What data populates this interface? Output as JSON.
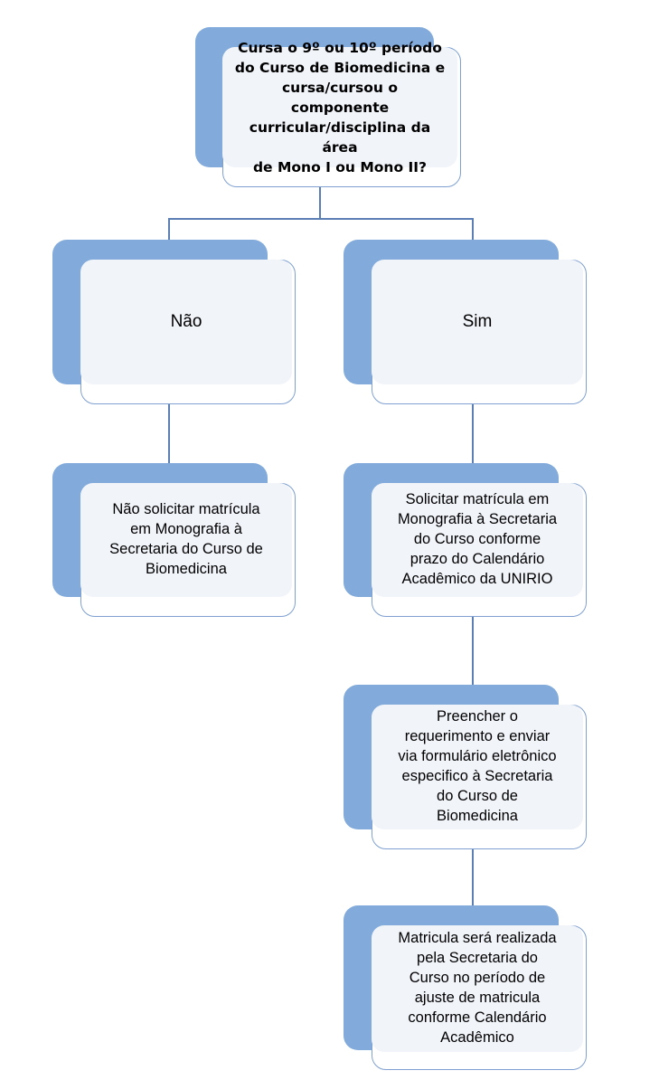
{
  "diagram": {
    "title": "Fluxograma de matricula em Monografia - Curso de Biomedicina UNIRIO",
    "colors": {
      "slab_blue": "#82abdb",
      "card_border": "#7fa0d0",
      "panel_fill": "#f1f4f9",
      "connector": "#5b7fb4",
      "text": "#000000",
      "background": "#ffffff"
    },
    "nodes": {
      "question": {
        "id": "question",
        "role": "decision",
        "text": "Cursa o 9º ou 10º período\ndo Curso de Biomedicina e\ncursa/cursou o componente\ncurricular/disciplina da área\nde Mono I ou Mono II?"
      },
      "branch_no": {
        "id": "branch-no",
        "role": "branch-label",
        "text": "Não"
      },
      "branch_yes": {
        "id": "branch-yes",
        "role": "branch-label",
        "text": "Sim"
      },
      "outcome_no": {
        "id": "outcome-no",
        "role": "action",
        "text": "Não solicitar matrícula\nem Monografia à\nSecretaria do Curso de\nBiomedicina"
      },
      "outcome_yes": {
        "id": "outcome-yes",
        "role": "action",
        "text": "Solicitar matrícula em\nMonografia à Secretaria\ndo Curso conforme\nprazo do Calendário\nAcadêmico da UNIRIO"
      },
      "step_form": {
        "id": "step-form",
        "role": "action",
        "text": "Preencher o\nrequerimento e enviar\nvia formulário eletrônico\nespecifico à Secretaria\ndo Curso de\nBiomedicina"
      },
      "step_final": {
        "id": "step-final",
        "role": "action",
        "text": "Matricula será realizada\npela Secretaria do\nCurso no período de\najuste de matricula\nconforme Calendário\nAcadêmico"
      }
    }
  }
}
